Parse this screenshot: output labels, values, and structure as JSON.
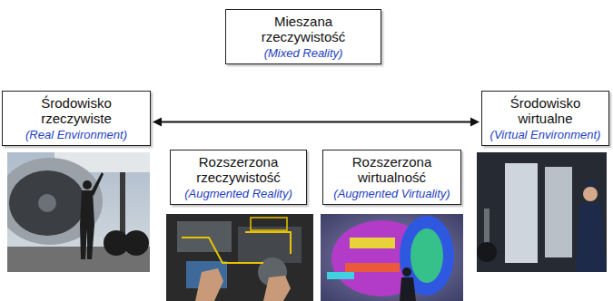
{
  "diagram": {
    "nodes": [
      {
        "text": [
          "Mieszana rzeczywistość",
          "(Mixed Reality)"
        ]
      },
      {
        "text": [
          "Środowisko rzeczywiste",
          "(Real Environment)"
        ]
      },
      {
        "text": [
          "Środowisko wirtualne",
          "(Virtual Environment)"
        ]
      },
      {
        "text": [
          "Rozszerzona rzeczywistość",
          "(Augmented Reality)"
        ]
      },
      {
        "text": [
          "Rozszerzona wirtualność",
          "(Augmented Virtuality)"
        ]
      }
    ],
    "edges": [
      {
        "from": 1,
        "to": 2,
        "arrow": "both"
      }
    ]
  }
}
